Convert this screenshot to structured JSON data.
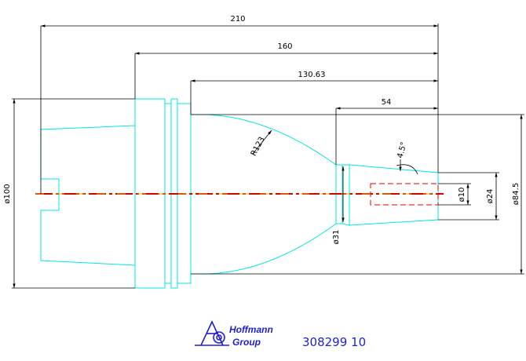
{
  "drawing": {
    "dimensions": {
      "overall_length": "210",
      "length_160": "160",
      "length_130": "130.63",
      "length_54": "54",
      "radius": "R123",
      "angle": "4.5°",
      "dia_100": "ø100",
      "dia_84_5": "ø84.5",
      "dia_31": "ø31",
      "dia_24": "ø24",
      "dia_10": "ø10"
    },
    "colors": {
      "outline": "#00e5e5",
      "dim_line": "#000000",
      "centerline_red": "#d40000",
      "centerline_yellow": "#e0b400",
      "hidden": "#e00000",
      "logo": "#1f1fd0"
    }
  },
  "title_block": {
    "logo_line1": "Hoffmann",
    "logo_line2": "Group",
    "part_number": "308299 10",
    "logo_icon": "hoffmann-logo-icon"
  }
}
